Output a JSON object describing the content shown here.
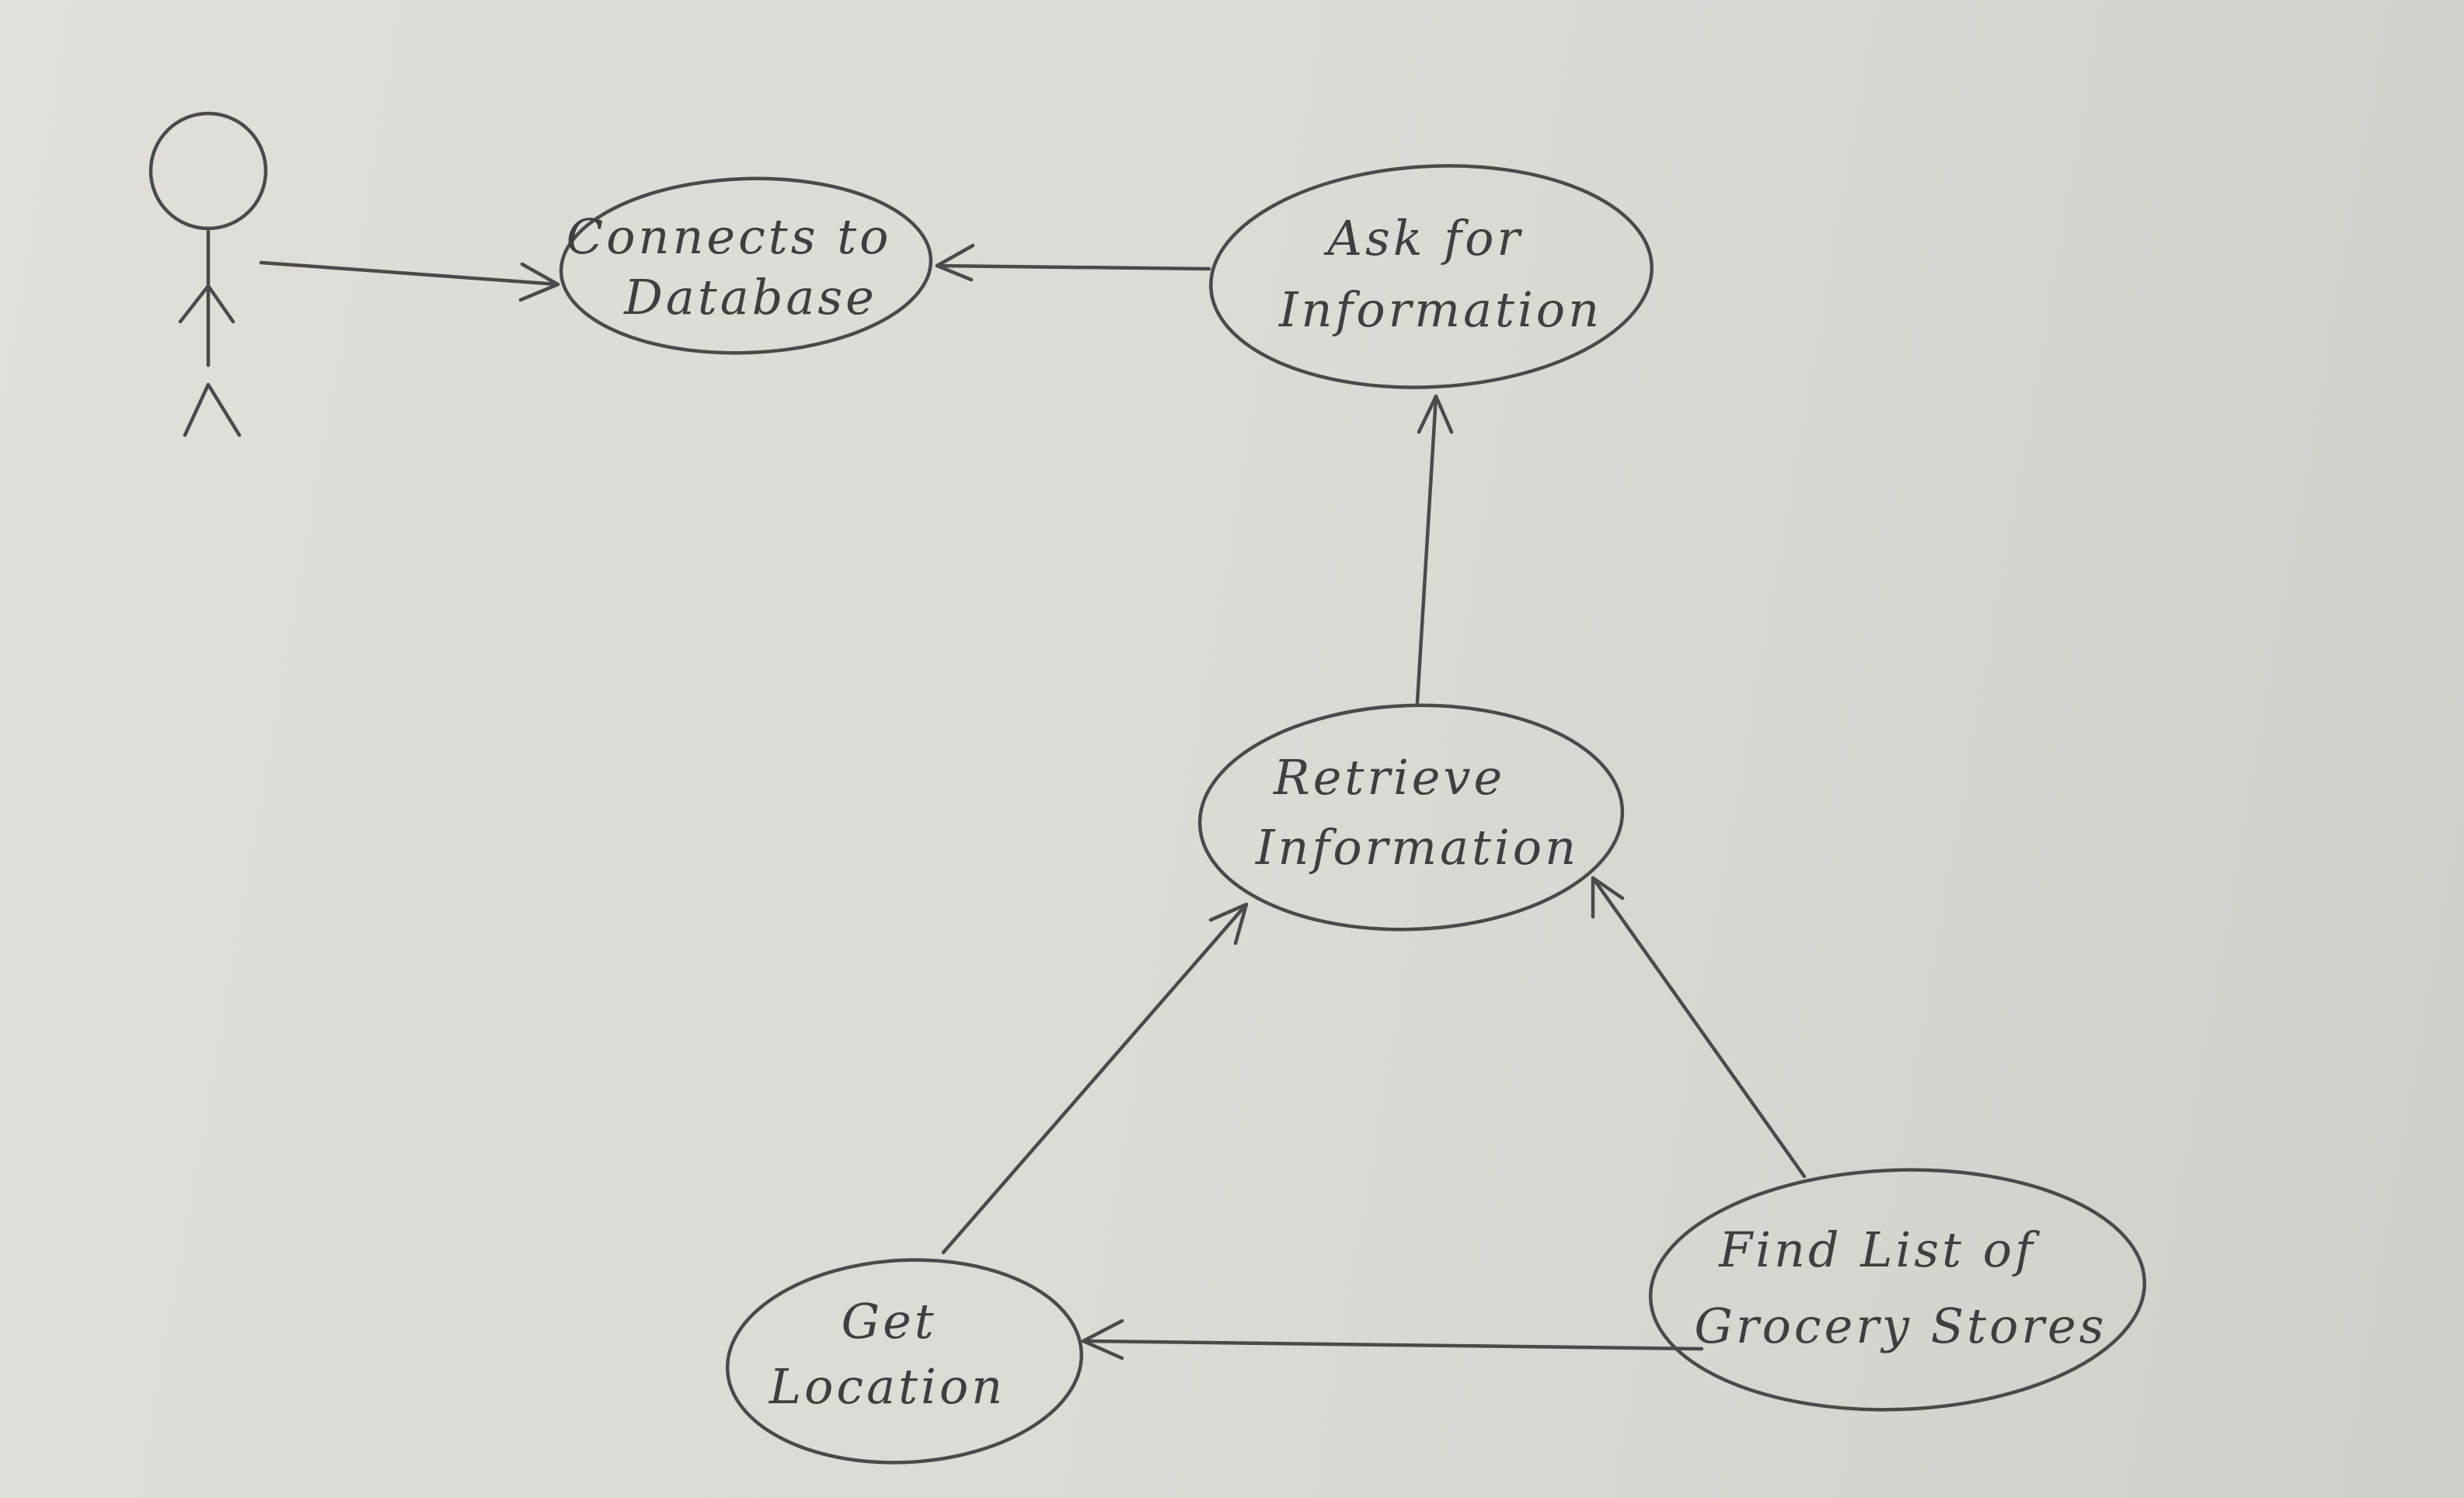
{
  "diagram": {
    "type": "use-case",
    "actor": {
      "label": ""
    },
    "use_cases": [
      {
        "id": "connects",
        "lines": [
          "Connects to",
          "Database"
        ]
      },
      {
        "id": "ask",
        "lines": [
          "Ask  for",
          "Information"
        ]
      },
      {
        "id": "retrieve",
        "lines": [
          "Retrieve",
          "Information"
        ]
      },
      {
        "id": "get-location",
        "lines": [
          "Get",
          "Location"
        ]
      },
      {
        "id": "find-list",
        "lines": [
          "Find  List  of",
          "Grocery  Stores"
        ]
      }
    ],
    "associations": [
      {
        "from": "actor",
        "to": "connects"
      },
      {
        "from": "ask",
        "to": "connects"
      },
      {
        "from": "retrieve",
        "to": "ask"
      },
      {
        "from": "get-location",
        "to": "retrieve"
      },
      {
        "from": "find-list",
        "to": "retrieve"
      },
      {
        "from": "find-list",
        "to": "get-location"
      }
    ],
    "colors": {
      "ink": "#4a4a4a",
      "paper": "#dcdcd7"
    }
  }
}
